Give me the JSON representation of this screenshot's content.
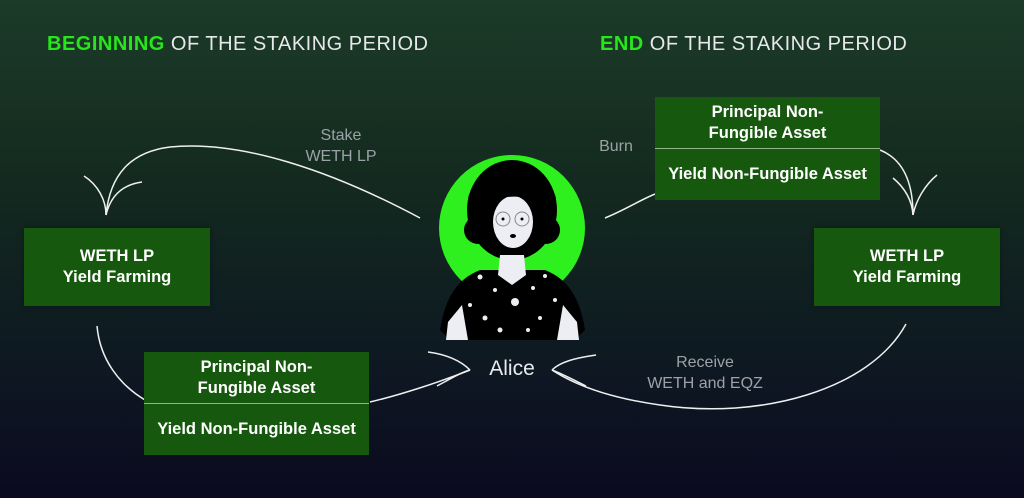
{
  "headings": {
    "left": {
      "highlight": "BEGINNING",
      "rest": " OF THE STAKING PERIOD"
    },
    "right": {
      "highlight": "END",
      "rest": " OF THE STAKING PERIOD"
    }
  },
  "left_box": {
    "line1": "WETH LP",
    "line2": "Yield Farming"
  },
  "right_box": {
    "line1": "WETH LP",
    "line2": "Yield Farming"
  },
  "left_stack": {
    "top": "Principal Non-Fungible Asset",
    "bottom": "Yield Non-Fungible Asset"
  },
  "right_stack": {
    "top": "Principal Non-Fungible Asset",
    "bottom": "Yield Non-Fungible Asset"
  },
  "labels": {
    "stake": {
      "line1": "Stake",
      "line2": "WETH LP"
    },
    "burn": "Burn",
    "receive": {
      "line1": "Receive",
      "line2": "WETH and EQZ"
    }
  },
  "person": {
    "name": "Alice"
  },
  "colors": {
    "accent": "#27e61c",
    "box": "#17580f",
    "halo": "#2ef01e"
  }
}
